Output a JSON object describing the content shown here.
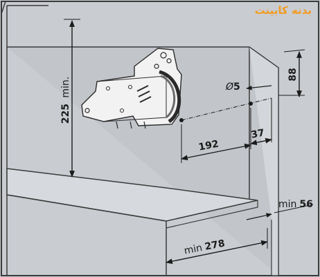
{
  "title": "بدنه کابینت",
  "colors": {
    "title": "#f39b1f",
    "background": "#c9ccd1",
    "panel_outline": "#3a3a3a",
    "dimension": "#1b1b1b",
    "mechanism": "#f2f2f2"
  },
  "dimensions": {
    "height_min": {
      "value": "225",
      "unit": "min."
    },
    "top_offset": {
      "value": "88"
    },
    "hole_diameter": {
      "prefix": "Ø",
      "value": "5"
    },
    "hole_spacing": {
      "value": "192"
    },
    "edge_offset": {
      "value": "37"
    },
    "side_depth": {
      "prefix": "min",
      "value": "56"
    },
    "shelf_depth": {
      "prefix": "min",
      "value": "278"
    }
  }
}
